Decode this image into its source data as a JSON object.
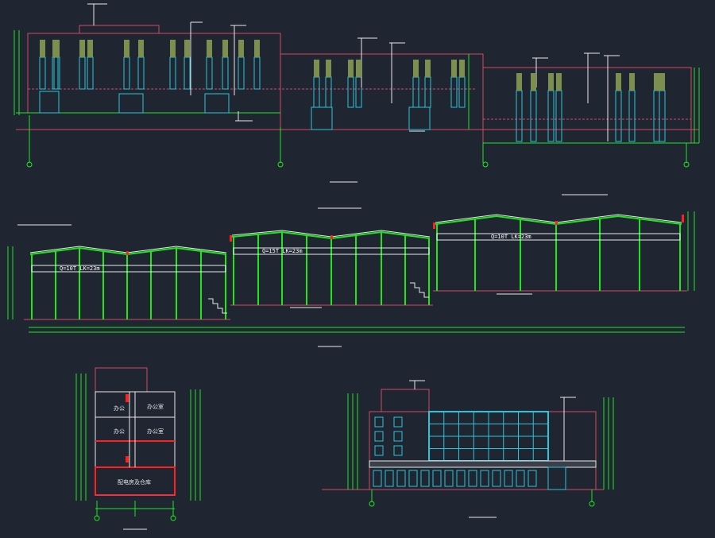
{
  "colors": {
    "background": "#1f2631",
    "wall": "#d24a62",
    "structure": "#1ee61e",
    "glass": "#2ec4d8",
    "panel": "#8a9a5a",
    "text": "#e8e8e8",
    "highlight": "#ff2020",
    "dim": "#40d040"
  },
  "section_1": {
    "crane_left": "Q=10T  LK=23m",
    "crane_mid": "Q=15T  LK=23m",
    "crane_right": "Q=10T  LK=23m"
  },
  "section_2": {
    "room_a": "办公",
    "room_b": "办公室",
    "ground_room": "配电房及仓库"
  }
}
